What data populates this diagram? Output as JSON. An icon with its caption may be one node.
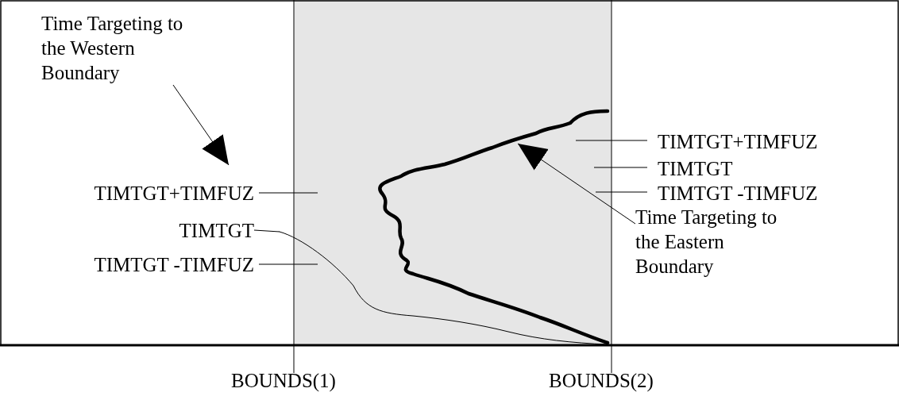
{
  "diagram": {
    "nodes": [
      {
        "text": [
          "Time Targeting to the Western Boundary"
        ]
      },
      {
        "text": [],
        "shape": "curve"
      },
      {
        "text": [
          "Time Targeting to the Eastern Boundary"
        ]
      },
      {
        "text": [
          "TIMTGT"
        ]
      },
      {
        "text": [],
        "shape": "curve"
      }
    ],
    "edges": [
      {
        "from": 0,
        "to": null,
        "arrow": "to"
      },
      {
        "from": 2,
        "to": 1,
        "arrow": "to"
      },
      {
        "from": 3,
        "to": 4,
        "arrow": "none"
      }
    ],
    "labels": [
      "TIMTGT+TIMFUZ",
      "TIMTGT",
      "TIMTGT -TIMFUZ",
      "TIMTGT+TIMFUZ",
      "TIMTGT -TIMFUZ",
      "BOUNDS(1)",
      "BOUNDS(2)"
    ]
  }
}
